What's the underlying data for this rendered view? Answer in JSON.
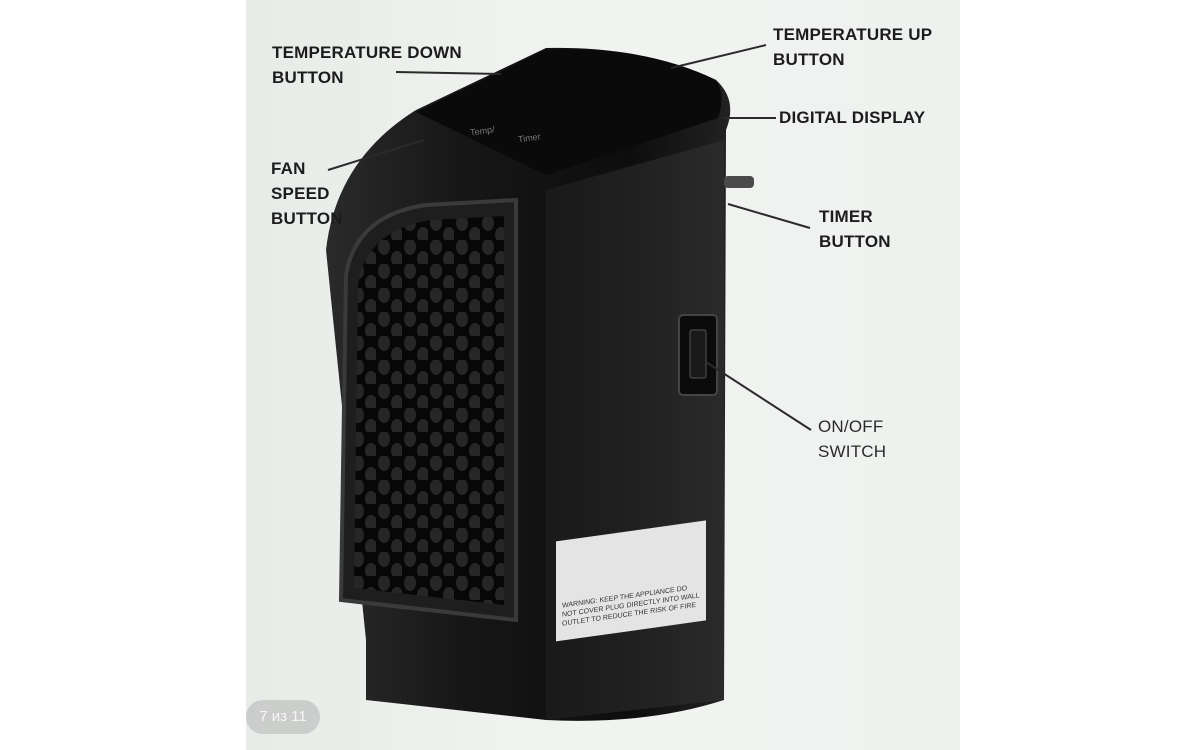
{
  "callouts": {
    "temp_down": {
      "line1": "TEMPERATURE DOWN",
      "line2": "BUTTON"
    },
    "temp_up": {
      "line1": "TEMPERATURE UP",
      "line2": "BUTTON"
    },
    "display": {
      "line1": "DIGITAL DISPLAY"
    },
    "fan_speed": {
      "line1": "FAN",
      "line2": "SPEED",
      "line3": "BUTTON"
    },
    "timer": {
      "line1": "TIMER",
      "line2": "BUTTON"
    },
    "onoff": {
      "line1": "ON/OFF",
      "line2": "SWITCH"
    }
  },
  "device": {
    "top_label_left": "Temp/",
    "top_label_right": "Timer",
    "warning_text": "WARNING: KEEP THE APPLIANCE DO NOT COVER PLUG DIRECTLY INTO WALL OUTLET TO REDUCE THE RISK OF FIRE"
  },
  "viewer": {
    "page_counter": "7 из 11"
  },
  "colors": {
    "background": "#eef2ef",
    "heater_body": "#141414",
    "label_text": "#1c1c1c"
  }
}
